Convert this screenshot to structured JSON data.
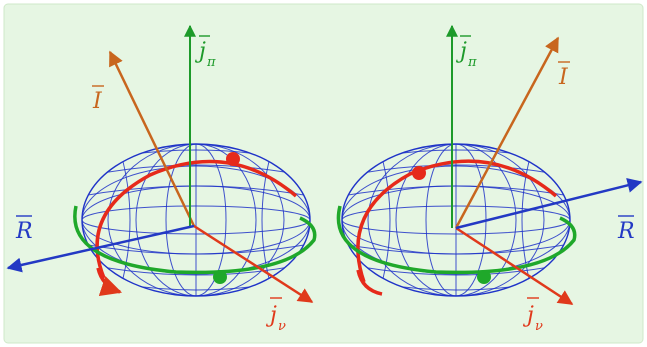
{
  "labels": {
    "I": "I",
    "R": "R",
    "j": "j",
    "pi_sub": "π",
    "nu_sub": "ν"
  },
  "colors": {
    "background": "#e6f6e3",
    "mesh": "#1f33c8",
    "I_vector": "#c8661e",
    "j_pi_vector": "#1d9a2a",
    "j_nu_vector": "#e0391b",
    "R_vector": "#2339c4",
    "red_orbit": "#e62a1a",
    "green_orbit": "#1fa82a"
  }
}
